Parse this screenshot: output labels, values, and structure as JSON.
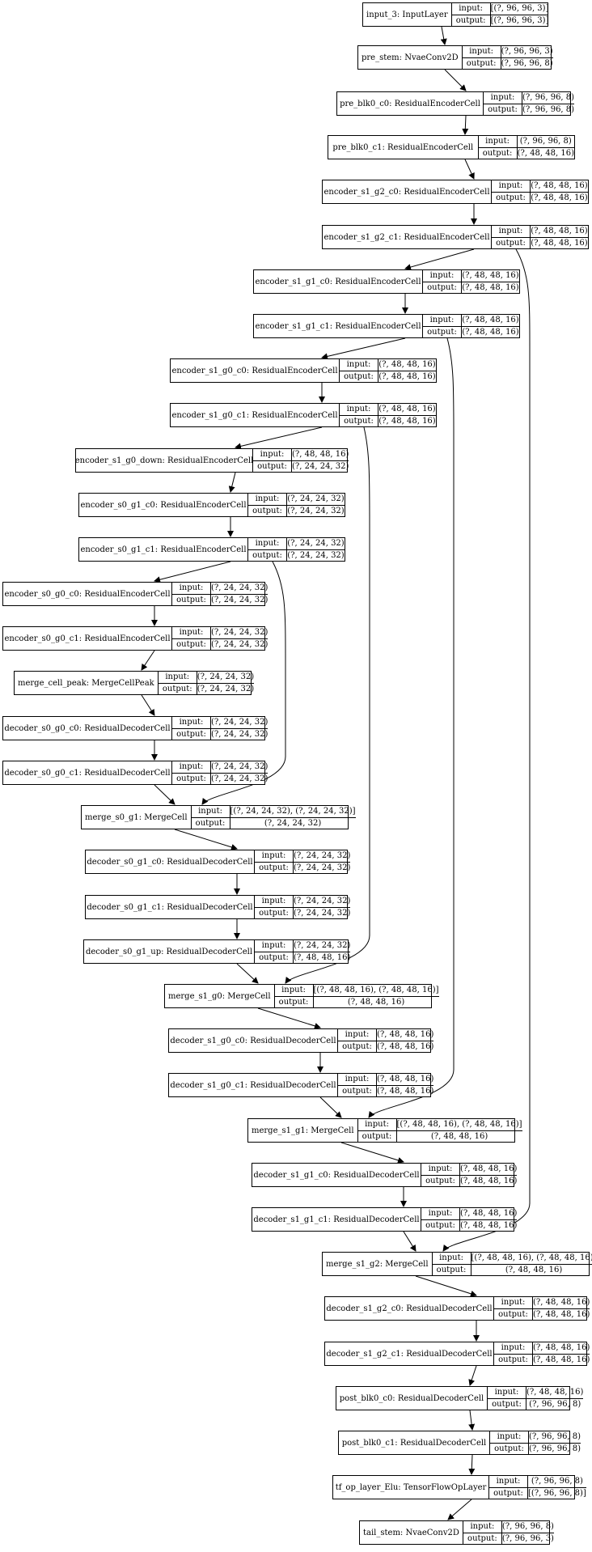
{
  "io_labels": {
    "input": "input:",
    "output": "output:"
  },
  "nodes": [
    {
      "id": "input_3",
      "label": "input_3: InputLayer",
      "input": "[(?, 96, 96, 3)]",
      "output": "[(?, 96, 96, 3)]"
    },
    {
      "id": "pre_stem",
      "label": "pre_stem: NvaeConv2D",
      "input": "(?, 96, 96, 3)",
      "output": "(?, 96, 96, 8)"
    },
    {
      "id": "pre_blk0_c0",
      "label": "pre_blk0_c0: ResidualEncoderCell",
      "input": "(?, 96, 96, 8)",
      "output": "(?, 96, 96, 8)"
    },
    {
      "id": "pre_blk0_c1",
      "label": "pre_blk0_c1: ResidualEncoderCell",
      "input": "(?, 96, 96, 8)",
      "output": "(?, 48, 48, 16)"
    },
    {
      "id": "encoder_s1_g2_c0",
      "label": "encoder_s1_g2_c0: ResidualEncoderCell",
      "input": "(?, 48, 48, 16)",
      "output": "(?, 48, 48, 16)"
    },
    {
      "id": "encoder_s1_g2_c1",
      "label": "encoder_s1_g2_c1: ResidualEncoderCell",
      "input": "(?, 48, 48, 16)",
      "output": "(?, 48, 48, 16)"
    },
    {
      "id": "encoder_s1_g1_c0",
      "label": "encoder_s1_g1_c0: ResidualEncoderCell",
      "input": "(?, 48, 48, 16)",
      "output": "(?, 48, 48, 16)"
    },
    {
      "id": "encoder_s1_g1_c1",
      "label": "encoder_s1_g1_c1: ResidualEncoderCell",
      "input": "(?, 48, 48, 16)",
      "output": "(?, 48, 48, 16)"
    },
    {
      "id": "encoder_s1_g0_c0",
      "label": "encoder_s1_g0_c0: ResidualEncoderCell",
      "input": "(?, 48, 48, 16)",
      "output": "(?, 48, 48, 16)"
    },
    {
      "id": "encoder_s1_g0_c1",
      "label": "encoder_s1_g0_c1: ResidualEncoderCell",
      "input": "(?, 48, 48, 16)",
      "output": "(?, 48, 48, 16)"
    },
    {
      "id": "encoder_s1_g0_down",
      "label": "encoder_s1_g0_down: ResidualEncoderCell",
      "input": "(?, 48, 48, 16)",
      "output": "(?, 24, 24, 32)"
    },
    {
      "id": "encoder_s0_g1_c0",
      "label": "encoder_s0_g1_c0: ResidualEncoderCell",
      "input": "(?, 24, 24, 32)",
      "output": "(?, 24, 24, 32)"
    },
    {
      "id": "encoder_s0_g1_c1",
      "label": "encoder_s0_g1_c1: ResidualEncoderCell",
      "input": "(?, 24, 24, 32)",
      "output": "(?, 24, 24, 32)"
    },
    {
      "id": "encoder_s0_g0_c0",
      "label": "encoder_s0_g0_c0: ResidualEncoderCell",
      "input": "(?, 24, 24, 32)",
      "output": "(?, 24, 24, 32)"
    },
    {
      "id": "encoder_s0_g0_c1",
      "label": "encoder_s0_g0_c1: ResidualEncoderCell",
      "input": "(?, 24, 24, 32)",
      "output": "(?, 24, 24, 32)"
    },
    {
      "id": "merge_cell_peak",
      "label": "merge_cell_peak: MergeCellPeak",
      "input": "(?, 24, 24, 32)",
      "output": "(?, 24, 24, 32)"
    },
    {
      "id": "decoder_s0_g0_c0",
      "label": "decoder_s0_g0_c0: ResidualDecoderCell",
      "input": "(?, 24, 24, 32)",
      "output": "(?, 24, 24, 32)"
    },
    {
      "id": "decoder_s0_g0_c1",
      "label": "decoder_s0_g0_c1: ResidualDecoderCell",
      "input": "(?, 24, 24, 32)",
      "output": "(?, 24, 24, 32)"
    },
    {
      "id": "merge_s0_g1",
      "label": "merge_s0_g1: MergeCell",
      "input": "[(?, 24, 24, 32), (?, 24, 24, 32)]",
      "output": "(?, 24, 24, 32)"
    },
    {
      "id": "decoder_s0_g1_c0",
      "label": "decoder_s0_g1_c0: ResidualDecoderCell",
      "input": "(?, 24, 24, 32)",
      "output": "(?, 24, 24, 32)"
    },
    {
      "id": "decoder_s0_g1_c1",
      "label": "decoder_s0_g1_c1: ResidualDecoderCell",
      "input": "(?, 24, 24, 32)",
      "output": "(?, 24, 24, 32)"
    },
    {
      "id": "decoder_s0_g1_up",
      "label": "decoder_s0_g1_up: ResidualDecoderCell",
      "input": "(?, 24, 24, 32)",
      "output": "(?, 48, 48, 16)"
    },
    {
      "id": "merge_s1_g0",
      "label": "merge_s1_g0: MergeCell",
      "input": "[(?, 48, 48, 16), (?, 48, 48, 16)]",
      "output": "(?, 48, 48, 16)"
    },
    {
      "id": "decoder_s1_g0_c0",
      "label": "decoder_s1_g0_c0: ResidualDecoderCell",
      "input": "(?, 48, 48, 16)",
      "output": "(?, 48, 48, 16)"
    },
    {
      "id": "decoder_s1_g0_c1",
      "label": "decoder_s1_g0_c1: ResidualDecoderCell",
      "input": "(?, 48, 48, 16)",
      "output": "(?, 48, 48, 16)"
    },
    {
      "id": "merge_s1_g1",
      "label": "merge_s1_g1: MergeCell",
      "input": "[(?, 48, 48, 16), (?, 48, 48, 16)]",
      "output": "(?, 48, 48, 16)"
    },
    {
      "id": "decoder_s1_g1_c0",
      "label": "decoder_s1_g1_c0: ResidualDecoderCell",
      "input": "(?, 48, 48, 16)",
      "output": "(?, 48, 48, 16)"
    },
    {
      "id": "decoder_s1_g1_c1",
      "label": "decoder_s1_g1_c1: ResidualDecoderCell",
      "input": "(?, 48, 48, 16)",
      "output": "(?, 48, 48, 16)"
    },
    {
      "id": "merge_s1_g2",
      "label": "merge_s1_g2: MergeCell",
      "input": "[(?, 48, 48, 16), (?, 48, 48, 16)]",
      "output": "(?, 48, 48, 16)"
    },
    {
      "id": "decoder_s1_g2_c0",
      "label": "decoder_s1_g2_c0: ResidualDecoderCell",
      "input": "(?, 48, 48, 16)",
      "output": "(?, 48, 48, 16)"
    },
    {
      "id": "decoder_s1_g2_c1",
      "label": "decoder_s1_g2_c1: ResidualDecoderCell",
      "input": "(?, 48, 48, 16)",
      "output": "(?, 48, 48, 16)"
    },
    {
      "id": "post_blk0_c0",
      "label": "post_blk0_c0: ResidualDecoderCell",
      "input": "(?, 48, 48, 16)",
      "output": "(?, 96, 96, 8)"
    },
    {
      "id": "post_blk0_c1",
      "label": "post_blk0_c1: ResidualDecoderCell",
      "input": "(?, 96, 96, 8)",
      "output": "(?, 96, 96, 8)"
    },
    {
      "id": "tf_op_layer_Elu",
      "label": "tf_op_layer_Elu: TensorFlowOpLayer",
      "input": "(?, 96, 96, 8)",
      "output": "[(?, 96, 96, 8)]"
    },
    {
      "id": "tail_stem",
      "label": "tail_stem: NvaeConv2D",
      "input": "(?, 96, 96, 8)",
      "output": "(?, 96, 96, 3)"
    }
  ]
}
